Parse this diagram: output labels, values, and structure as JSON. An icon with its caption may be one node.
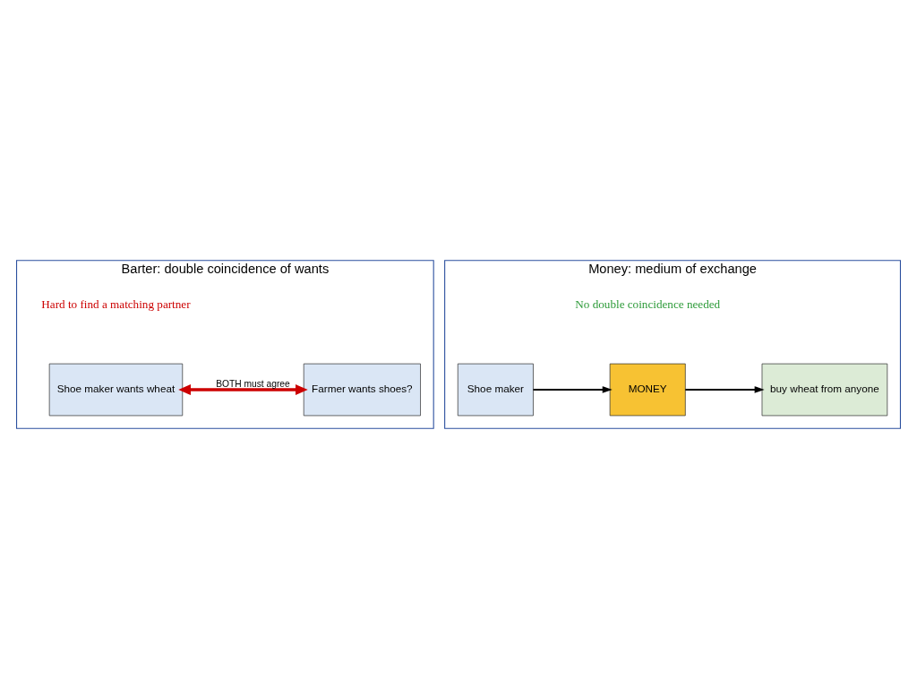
{
  "diagram": {
    "nodes": [
      {
        "text": [
          "Barter: double coincidence of wants",
          "Hard to find a matching partner"
        ]
      },
      {
        "text": [
          "Shoe maker wants wheat"
        ],
        "in": 0
      },
      {
        "text": [
          "Farmer wants shoes?"
        ],
        "in": 0
      },
      {
        "text": [
          "Money: medium of exchange",
          "No double coincidence needed"
        ]
      },
      {
        "text": [
          "Shoe maker"
        ],
        "in": 3
      },
      {
        "text": [
          "MONEY"
        ],
        "in": 3
      },
      {
        "text": [
          "buy wheat from anyone"
        ],
        "in": 3
      }
    ],
    "edges": [
      {
        "from": 1,
        "to": 2,
        "arrow": "both",
        "label": "BOTH must agree",
        "style": "thick",
        "color": "#cc0000"
      },
      {
        "from": 4,
        "to": 5,
        "arrow": "to"
      },
      {
        "from": 5,
        "to": 6,
        "arrow": "to"
      }
    ]
  }
}
